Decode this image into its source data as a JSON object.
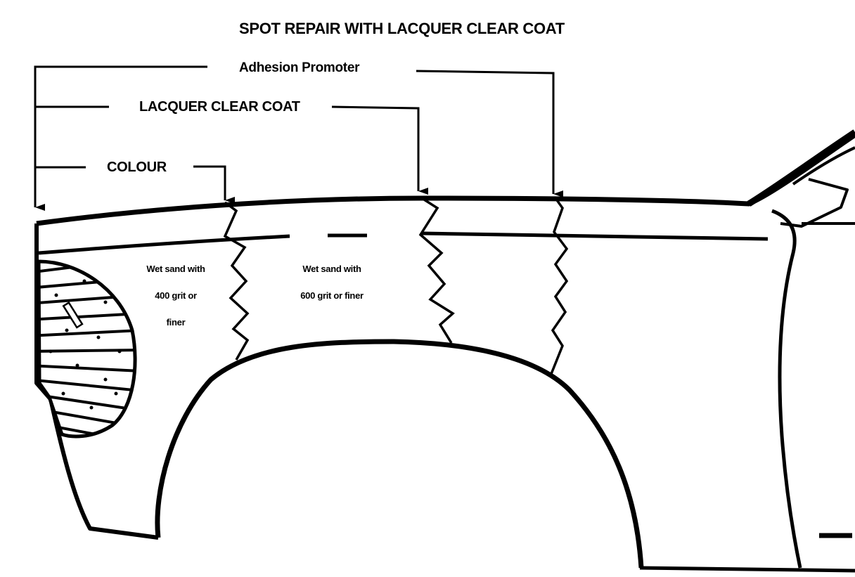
{
  "title": "SPOT REPAIR WITH LACQUER CLEAR COAT",
  "labels": {
    "adhesion_promoter": "Adhesion Promoter",
    "lacquer_clear_coat": "LACQUER CLEAR COAT",
    "colour": "COLOUR"
  },
  "notes": {
    "colour_zone": [
      "Wet sand with",
      "400 grit or",
      "finer"
    ],
    "clear_zone": [
      "Wet sand with",
      "600 grit or finer"
    ]
  },
  "colors": {
    "ink": "#000000",
    "background": "#ffffff"
  }
}
